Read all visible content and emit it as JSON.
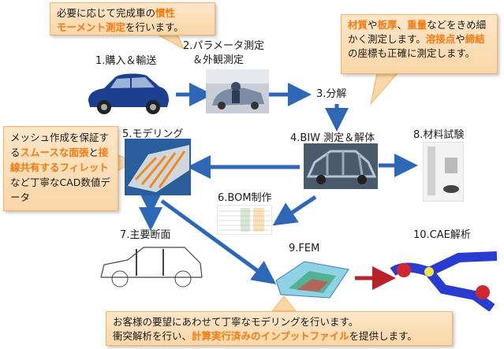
{
  "callouts": {
    "top": {
      "p1": "必要に応じて完成車の",
      "h1": "慣性",
      "h2": "モーメント測定",
      "p2": "を行います。"
    },
    "right": {
      "h1": "材質",
      "p1": "や",
      "h2": "板厚",
      "p2": "、",
      "h3": "重量",
      "p3": "などをきめ細かく測定します。",
      "h4": "溶接点",
      "p4": "や",
      "h5": "締結",
      "p5": "の座標も正確に測定します。"
    },
    "left": {
      "p1": "メッシュ作成を保証する",
      "h1": "スムースな面張",
      "p2": "と",
      "h2": "接線共有するフィレット",
      "p3": "など丁寧なCAD数値データ"
    },
    "bottom": {
      "line1": "お客様の要望にあわせて丁寧なモデリングを行います。",
      "p1": "衝突解析を行い、",
      "h1": "計算実行済みのインプットファイル",
      "p2": "を提供します。"
    }
  },
  "steps": {
    "s1": "1.購入＆輸送",
    "s2_line1": "2.パラメータ測定",
    "s2_line2": "＆外観測定",
    "s3": "3.分解",
    "s4": "4.BIW 測定＆解体",
    "s5": "5.モデリング",
    "s6": "6.BOM制作",
    "s7": "7.主要断面",
    "s8": "8.材料試験",
    "s9": "9.FEM",
    "s10": "10.CAE解析"
  },
  "colors": {
    "arrow": "#2f67b7",
    "callout_fill": "#fbd7a8",
    "highlight": "#f07a12"
  }
}
